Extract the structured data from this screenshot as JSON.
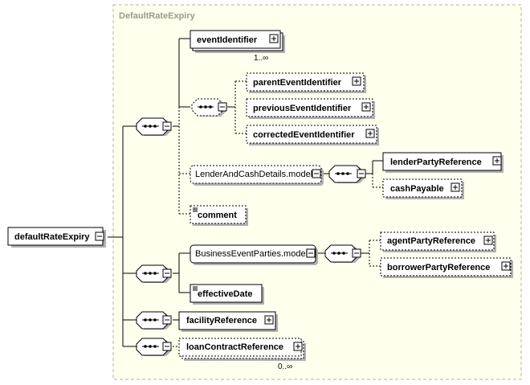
{
  "type_box": {
    "title": "DefaultRateExpiry"
  },
  "root": {
    "label": "defaultRateExpiry"
  },
  "elements": {
    "event_identifier": {
      "label": "eventIdentifier",
      "cardinality": "1..∞"
    },
    "parent_event_identifier": {
      "label": "parentEventIdentifier"
    },
    "previous_event_identifier": {
      "label": "previousEventIdentifier"
    },
    "corrected_event_identifier": {
      "label": "correctedEventIdentifier"
    },
    "lender_and_cash_details": {
      "label": "LenderAndCashDetails.model"
    },
    "lender_party_reference": {
      "label": "lenderPartyReference"
    },
    "cash_payable": {
      "label": "cashPayable"
    },
    "comment": {
      "label": "comment"
    },
    "business_event_parties": {
      "label": "BusinessEventParties.model"
    },
    "agent_party_reference": {
      "label": "agentPartyReference"
    },
    "borrower_party_reference": {
      "label": "borrowerPartyReference"
    },
    "effective_date": {
      "label": "effectiveDate"
    },
    "facility_reference": {
      "label": "facilityReference"
    },
    "loan_contract_reference": {
      "label": "loanContractReference",
      "cardinality": "0..∞"
    }
  },
  "colors": {
    "type_box_fill": "#ffffee",
    "type_box_border": "#b5b58f",
    "node_fill": "#ffffff",
    "shadow": "#b0b0b0",
    "connector": "#000000"
  }
}
